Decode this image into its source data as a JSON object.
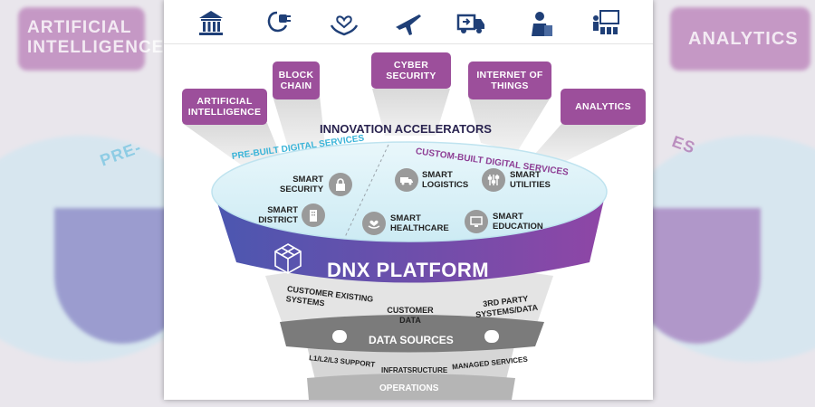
{
  "background_ghost": {
    "left_box": "ARTIFICIAL\nINTELLIGENCE",
    "right_box": "ANALYTICS",
    "left_arc": "PRE-",
    "right_arc": "ES"
  },
  "industries": [
    "bank-icon",
    "plug-icon",
    "care-icon",
    "airplane-icon",
    "truck-icon",
    "worker-icon",
    "classroom-icon"
  ],
  "accelerators": {
    "title": "INNOVATION ACCELERATORS",
    "boxes": [
      "ARTIFICIAL INTELLIGENCE",
      "BLOCK CHAIN",
      "CYBER SECURITY",
      "INTERNET OF THINGS",
      "ANALYTICS"
    ]
  },
  "services": {
    "prebuilt_title": "PRE-BUILT DIGITAL SERVICES",
    "custom_title": "CUSTOM-BUILT DIGITAL SERVICES",
    "prebuilt": [
      {
        "label": "SMART\nSECURITY",
        "icon": "lock-icon"
      },
      {
        "label": "SMART\nDISTRICT",
        "icon": "building-icon"
      }
    ],
    "custom": [
      {
        "label": "SMART\nLOGISTICS",
        "icon": "truck-icon"
      },
      {
        "label": "SMART\nUTILITIES",
        "icon": "sliders-icon"
      },
      {
        "label": "SMART\nHEALTHCARE",
        "icon": "heart-hand-icon"
      },
      {
        "label": "SMART\nEDUCATION",
        "icon": "monitor-icon"
      }
    ]
  },
  "platform": {
    "title": "DNX PLATFORM"
  },
  "data_sources": {
    "items": [
      "CUSTOMER EXISTING\nSYSTEMS",
      "CUSTOMER\nDATA",
      "3RD PARTY\nSYSTEMS/DATA"
    ],
    "title": "DATA SOURCES"
  },
  "operations": {
    "items": [
      "L1/L2/L3 SUPPORT",
      "INFRATSRUCTURE",
      "MANAGED SERVICES"
    ],
    "title": "OPERATIONS"
  },
  "colors": {
    "purple_box": "#9c4f9b",
    "platform_dark": "#5b4fa8",
    "platform_light": "#8b4aa5",
    "disc": "#d8f0f8",
    "cyan_text": "#3ab4d8",
    "purple_text": "#8d3d94",
    "gray_band": "#7d7d7d",
    "light_gray": "#cfcfcf"
  }
}
